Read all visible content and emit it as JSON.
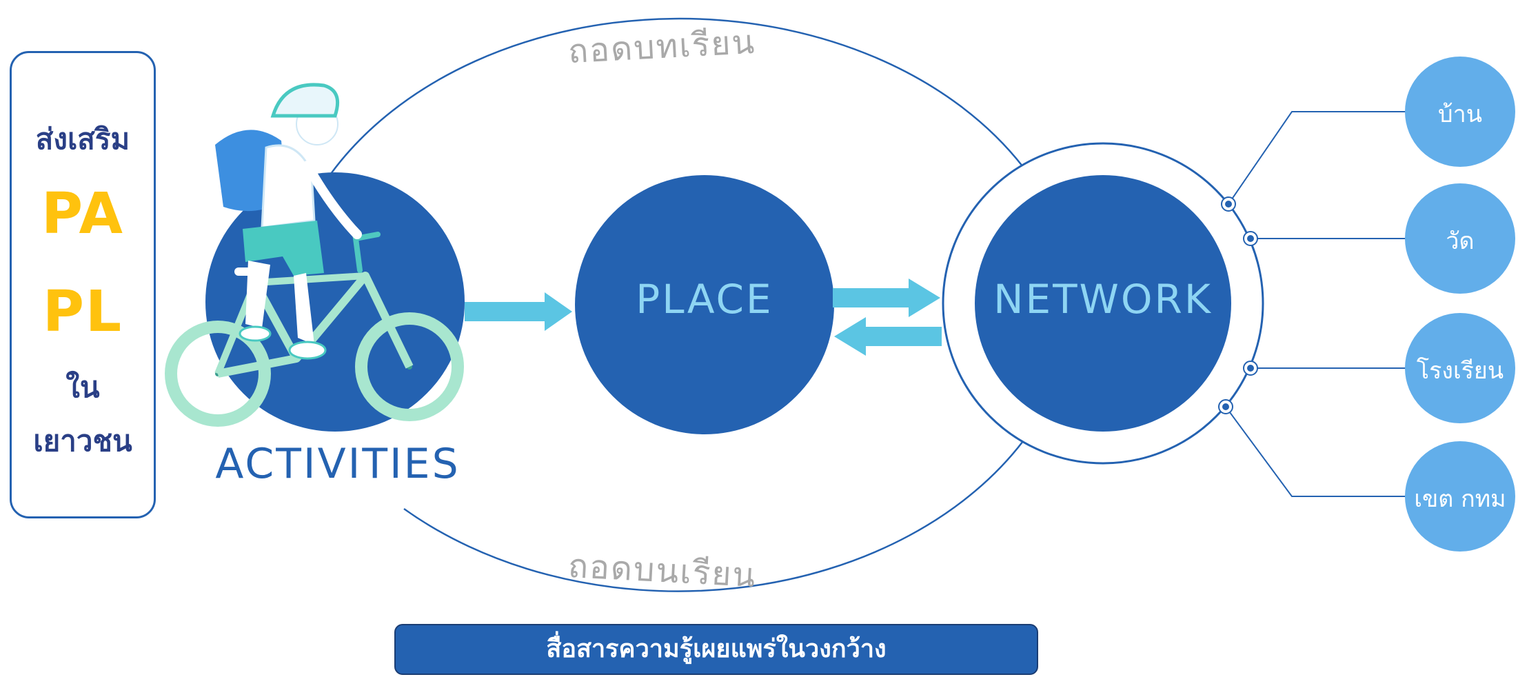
{
  "left_box": {
    "line1": "ส่งเสริม",
    "line2": "PA",
    "line3": "PL",
    "line4": "ใน",
    "line5": "เยาวชน"
  },
  "nodes": {
    "activities": "ACTIVITIES",
    "place": "PLACE",
    "network": "NETWORK"
  },
  "loop_labels": {
    "top": "ถอดบทเรียน",
    "bottom": "ถอดบนเรียน"
  },
  "network_links": [
    "บ้าน",
    "วัด",
    "โรงเรียน",
    "เขต กทม"
  ],
  "banner": "สื่อสารความรู้เผยแพร่ในวงกว้าง",
  "colors": {
    "dark_blue": "#2462B1",
    "light_blue": "#62AEEA",
    "arrow_cyan": "#5BC5E3",
    "node_text": "#8ED5F3",
    "accent_yellow": "#FFC20E",
    "gray_text": "#A9A9A9"
  }
}
